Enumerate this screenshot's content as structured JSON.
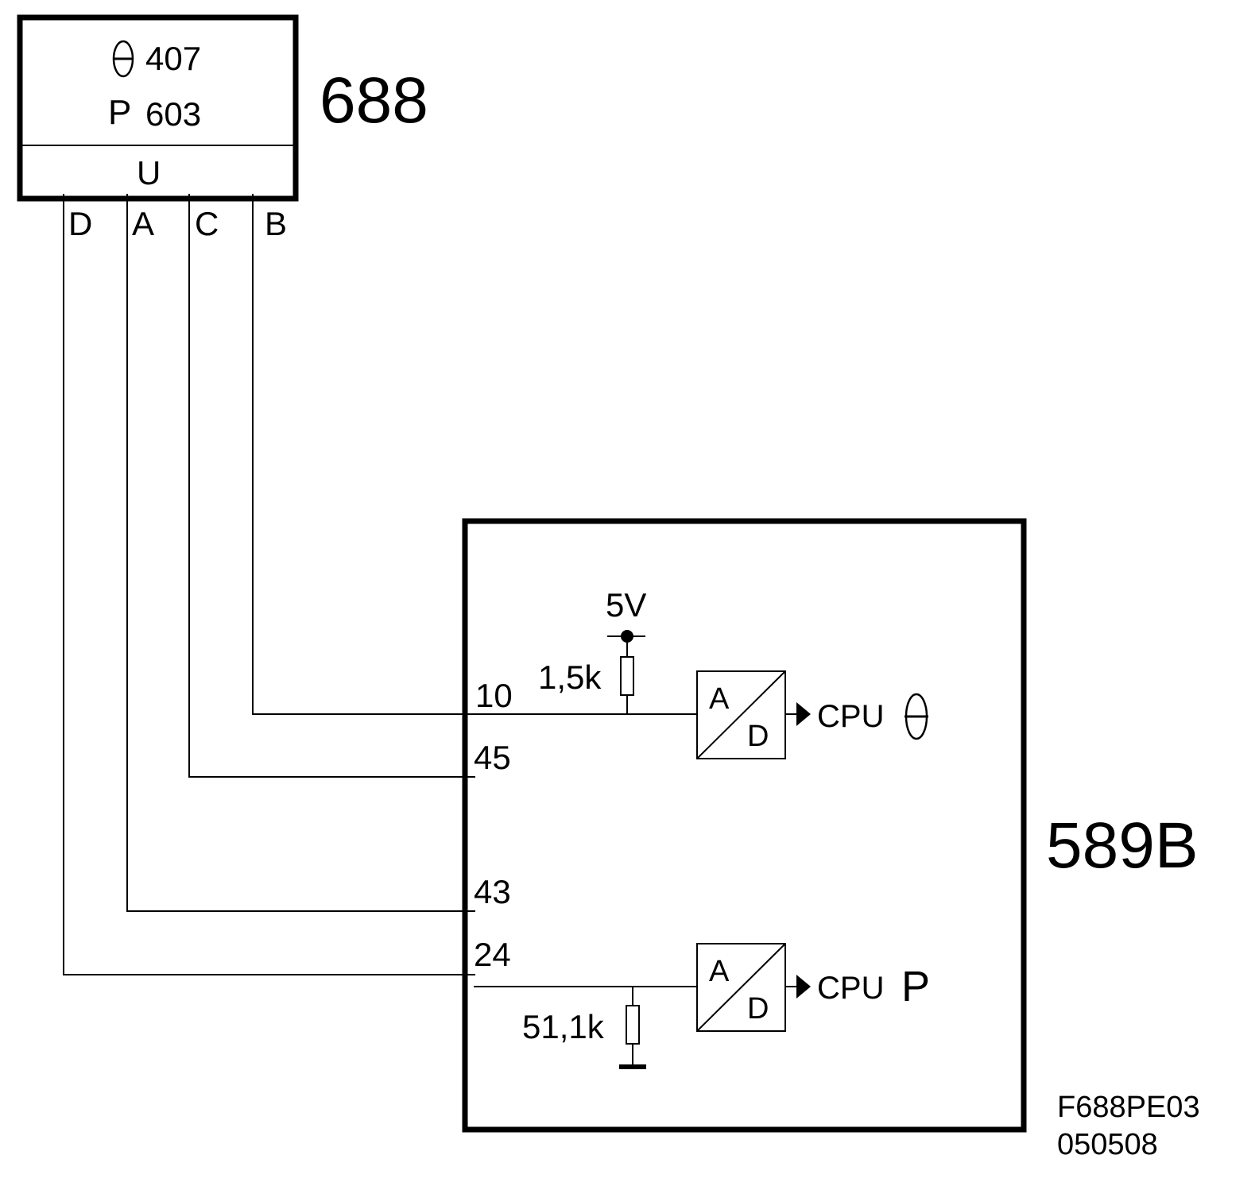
{
  "sensor": {
    "id": "688",
    "theta_code": "407",
    "p_label": "P",
    "p_code": "603",
    "u_label": "U",
    "pins": [
      {
        "name": "D"
      },
      {
        "name": "A"
      },
      {
        "name": "C"
      },
      {
        "name": "B"
      }
    ]
  },
  "controller": {
    "id": "589B",
    "terminals": [
      {
        "num": "10"
      },
      {
        "num": "45"
      },
      {
        "num": "43"
      },
      {
        "num": "24"
      }
    ],
    "supply_label": "5V",
    "pullup_label": "1,5k",
    "pulldown_label": "51,1k",
    "adc_top": {
      "a": "A",
      "d": "D",
      "out": "CPU"
    },
    "adc_bottom": {
      "a": "A",
      "d": "D",
      "out": "CPU",
      "out_symbol": "P"
    }
  },
  "footer": {
    "code": "F688PE03",
    "date": "050508"
  }
}
